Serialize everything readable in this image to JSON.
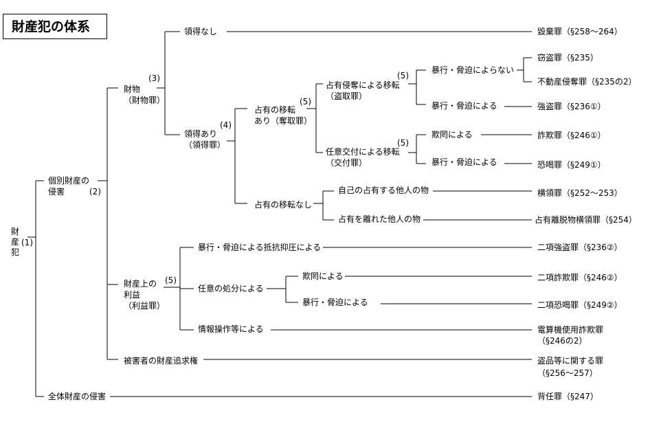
{
  "title": "財産犯の体系",
  "root": {
    "label": "財産犯",
    "num": "(1)"
  },
  "branch": {
    "individual": {
      "line1": "個別財産の",
      "line2": "侵害",
      "num": "(2)"
    },
    "property": {
      "line1": "財物",
      "line2": "（財物罪）",
      "num": "(3)"
    },
    "no_acquire": "領得なし",
    "acquire": {
      "line1": "領得あり",
      "line2": "（領得罪）",
      "num": "(4)"
    },
    "transfer": {
      "line1": "占有の移転",
      "line2": "あり（奪取罪）",
      "num": "(5)"
    },
    "infringe": {
      "line1": "占有侵奪による移転",
      "line2": "（盗取罪）",
      "num": "(5)"
    },
    "no_violence": "暴行・脅迫によらない",
    "violence": "暴行・脅迫による",
    "delivery": {
      "line1": "任意交付による移転",
      "line2": "（交付罪）",
      "num": "(5)"
    },
    "deception": "欺罔による",
    "violence2": "暴行・脅迫による",
    "no_transfer": "占有の移転なし",
    "own_possession": "自己の占有する他人の物",
    "left_possession": "占有を離れた他人の物",
    "benefit": {
      "line1": "財産上の",
      "line2": "利益",
      "line3": "（利益罪）",
      "num": "(5)"
    },
    "suppress": "暴行・脅迫による抵抗抑圧による",
    "disposal": "任意の処分による",
    "deception2": "欺罔による",
    "violence3": "暴行・脅迫による",
    "computer": "情報操作等による",
    "pursuit": "被害者の財産追求権",
    "overall": "全体財産の侵害"
  },
  "crimes": {
    "destruction": "毀棄罪（§258〜264）",
    "theft": "窃盗罪（§235）",
    "realty": "不動産侵奪罪（§235の2）",
    "robbery": "強盗罪（§236①）",
    "fraud": "詐欺罪（§246①）",
    "extortion": "恐喝罪（§249①）",
    "embezzlement": "横領罪（§252〜253）",
    "lost_embezzlement": "占有離脱物横領罪（§254）",
    "robbery2": "二項強盗罪（§236②）",
    "fraud2": "二項詐欺罪（§246②）",
    "extortion2": "二項恐喝罪（§249②）",
    "computer_fraud": {
      "line1": "電算機使用詐欺罪",
      "line2": "（§246の2）"
    },
    "stolen_goods": {
      "line1": "盗品等に関する罪",
      "line2": "（§256〜257）"
    },
    "breach": "背任罪（§247）"
  }
}
